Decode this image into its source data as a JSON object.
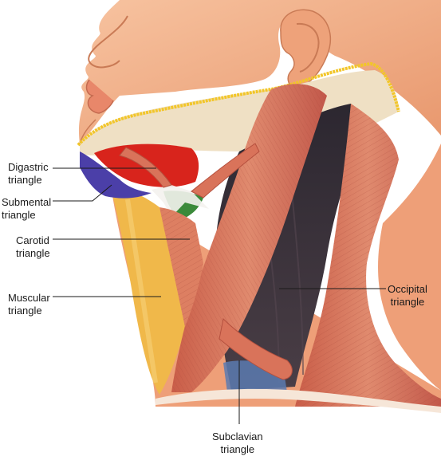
{
  "labels": {
    "digastric": {
      "line1": "Digastric",
      "line2": "triangle"
    },
    "submental": {
      "line1": "Submental",
      "line2": "triangle"
    },
    "carotid": {
      "line1": "Carotid",
      "line2": "triangle"
    },
    "muscular": {
      "line1": "Muscular",
      "line2": "triangle"
    },
    "occipital": {
      "line1": "Occipital",
      "line2": "triangle"
    },
    "subclavian": {
      "line1": "Subclavian",
      "line2": "triangle"
    }
  },
  "colors": {
    "skin": "#f3b48c",
    "skin_shadow": "#e89a70",
    "muscle": "#d9735a",
    "muscle_dark": "#b5503e",
    "deep_space": "#3a3238",
    "submandibular_gland": "#efe0c4",
    "fat_line": "#f2c62a",
    "digastric": "#d8241c",
    "submental": "#4b3fa8",
    "muscular": "#f0b84a",
    "carotid_green": "#3b8a3a",
    "subclavian_blue": "#5a7ab0"
  }
}
